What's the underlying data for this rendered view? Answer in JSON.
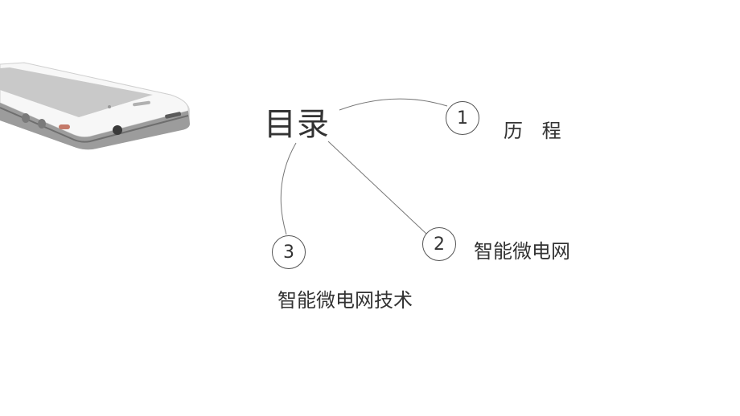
{
  "toc": {
    "title": "目录",
    "items": [
      {
        "number": "1",
        "label": "历 程"
      },
      {
        "number": "2",
        "label": "智能微电网"
      },
      {
        "number": "3",
        "label": "智能微电网技术"
      }
    ]
  },
  "colors": {
    "background": "#ffffff",
    "text": "#333333",
    "line": "#777777"
  },
  "decoration": {
    "image": "smartphone-image"
  }
}
